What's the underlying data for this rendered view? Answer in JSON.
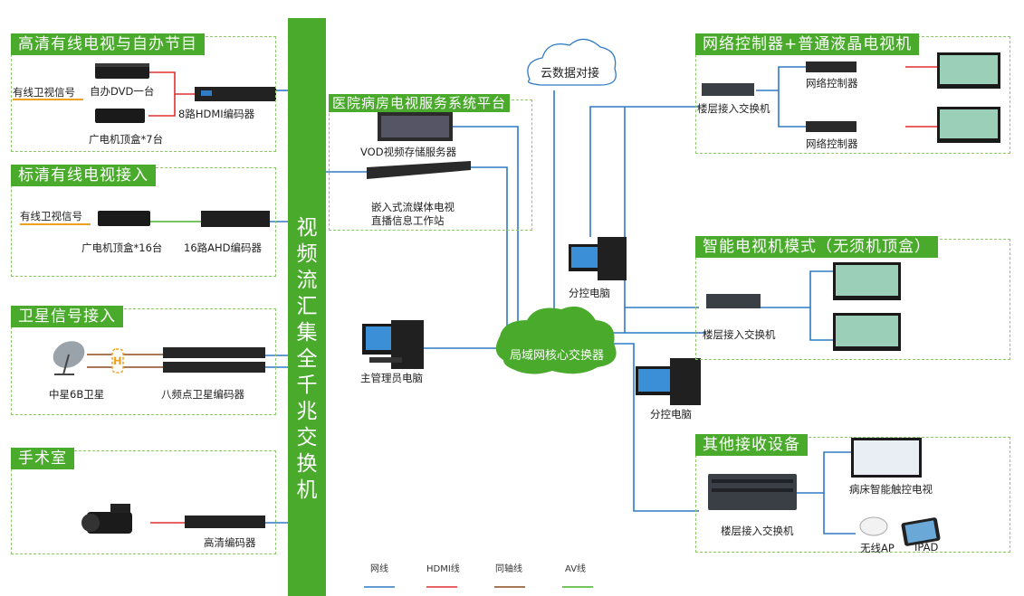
{
  "groups": {
    "hd": {
      "title": "高清有线电视与自办节目",
      "signal_label": "有线卫视信号",
      "dvd_label": "自办DVD一台",
      "encoder_label": "8路HDMI编码器",
      "stb_label": "广电机顶盒*7台"
    },
    "sd": {
      "title": "标清有线电视接入",
      "signal_label": "有线卫视信号",
      "stb_label": "广电机顶盒*16台",
      "encoder_label": "16路AHD编码器"
    },
    "sat": {
      "title": "卫星信号接入",
      "dish_label": "中星6B卫星",
      "encoder_label": "八频点卫星编码器",
      "splitter_glyph": "H"
    },
    "or": {
      "title": "手术室",
      "encoder_label": "高清编码器"
    },
    "platform": {
      "title": "医院病房电视服务系统平台",
      "vod_label": "VOD视频存储服务器",
      "workstation_label_1": "嵌入式流媒体电视",
      "workstation_label_2": "直播信息工作站"
    },
    "net_ctrl": {
      "title": "网络控制器+普通液晶电视机",
      "switch_label": "楼层接入交换机",
      "ctrl1_label": "网络控制器",
      "ctrl2_label": "网络控制器"
    },
    "smart_tv": {
      "title": "智能电视机模式（无须机顶盒）",
      "switch_label": "楼层接入交换机"
    },
    "other": {
      "title": "其他接收设备",
      "switch_label": "楼层接入交换机",
      "bed_label": "病床智能触控电视",
      "ap_label": "无线AP",
      "ipad_label": "IPAD"
    }
  },
  "core_switch_vertical": [
    "视",
    "频",
    "流",
    "汇",
    "集",
    "全",
    "千",
    "兆",
    "交",
    "换",
    "机"
  ],
  "cloud_top_label": "云数据对接",
  "core_cloud_label": "局域网核心交换器",
  "admin_pc_label": "主管理员电脑",
  "branch_pc_label_1": "分控电脑",
  "branch_pc_label_2": "分控电脑",
  "legend": [
    {
      "label": "网线",
      "color": "#2f7bc4"
    },
    {
      "label": "HDMI线",
      "color": "#e03030"
    },
    {
      "label": "同轴线",
      "color": "#8b4a1e"
    },
    {
      "label": "AV线",
      "color": "#46b02a"
    }
  ],
  "colors": {
    "accent_green": "#4aaa2c",
    "network_blue": "#2f7bc4",
    "hdmi_red": "#e03030",
    "coax_brown": "#8b4a1e",
    "av_green": "#46b02a",
    "signal_underline": "#f0a020"
  }
}
